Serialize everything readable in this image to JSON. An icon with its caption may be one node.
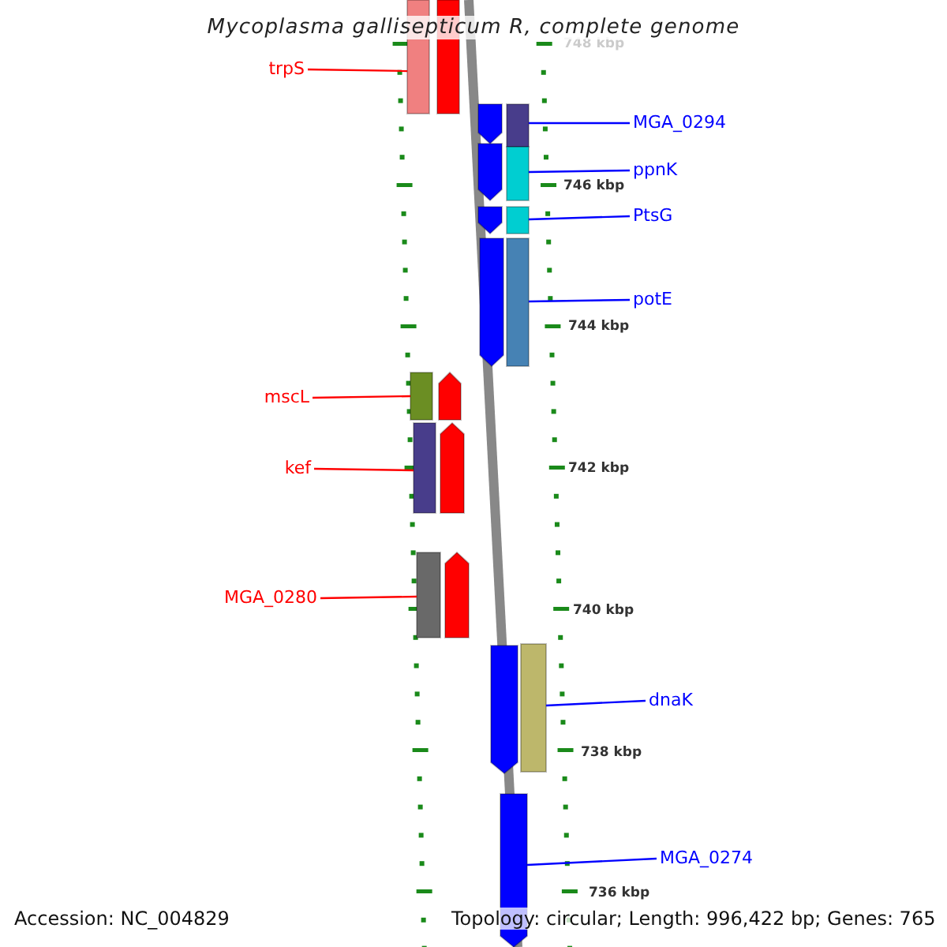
{
  "diagram": {
    "title": "Mycoplasma gallisepticum R, complete genome",
    "nodes": [
      {
        "text": [
          "trpS"
        ]
      },
      {
        "text": [
          "MGA_0294"
        ]
      },
      {
        "text": [
          "ppnK"
        ]
      },
      {
        "text": [
          "PtsG"
        ]
      },
      {
        "text": [
          "potE"
        ]
      },
      {
        "text": [
          "mscL"
        ]
      },
      {
        "text": [
          "kef"
        ]
      },
      {
        "text": [
          "MGA_0280"
        ]
      },
      {
        "text": [
          "dnaK"
        ]
      },
      {
        "text": [
          "MGA_0274"
        ]
      },
      {
        "text": [],
        "shape": "bar"
      },
      {
        "text": [],
        "shape": "bar"
      },
      {
        "text": [],
        "shape": "bar"
      },
      {
        "text": [],
        "shape": "bar"
      },
      {
        "text": [],
        "shape": "bar"
      },
      {
        "text": [],
        "shape": "bar"
      },
      {
        "text": [],
        "shape": "bar"
      },
      {
        "text": [],
        "shape": "bar"
      },
      {
        "text": [],
        "shape": "bar"
      },
      {
        "text": [],
        "shape": "bar"
      }
    ],
    "edges": [
      {
        "from": 0,
        "to": 10,
        "arrow": "none",
        "color": "#ff0000"
      },
      {
        "from": 1,
        "to": 11,
        "arrow": "none",
        "color": "#0000ff"
      },
      {
        "from": 2,
        "to": 12,
        "arrow": "none",
        "color": "#0000ff"
      },
      {
        "from": 3,
        "to": 13,
        "arrow": "none",
        "color": "#0000ff"
      },
      {
        "from": 4,
        "to": 14,
        "arrow": "none",
        "color": "#0000ff"
      },
      {
        "from": 5,
        "to": 15,
        "arrow": "none",
        "color": "#ff0000"
      },
      {
        "from": 6,
        "to": 16,
        "arrow": "none",
        "color": "#ff0000"
      },
      {
        "from": 7,
        "to": 17,
        "arrow": "none",
        "color": "#ff0000"
      },
      {
        "from": 8,
        "to": 18,
        "arrow": "none",
        "color": "#0000ff"
      },
      {
        "from": 9,
        "to": 19,
        "arrow": "none",
        "color": "#0000ff"
      }
    ],
    "labels": [
      "748 kbp",
      "746 kbp",
      "744 kbp",
      "742 kbp",
      "740 kbp",
      "738 kbp",
      "736 kbp",
      "Accession: NC_004829",
      "Topology: circular; Length: 996,422 bp; Genes: 765"
    ]
  }
}
